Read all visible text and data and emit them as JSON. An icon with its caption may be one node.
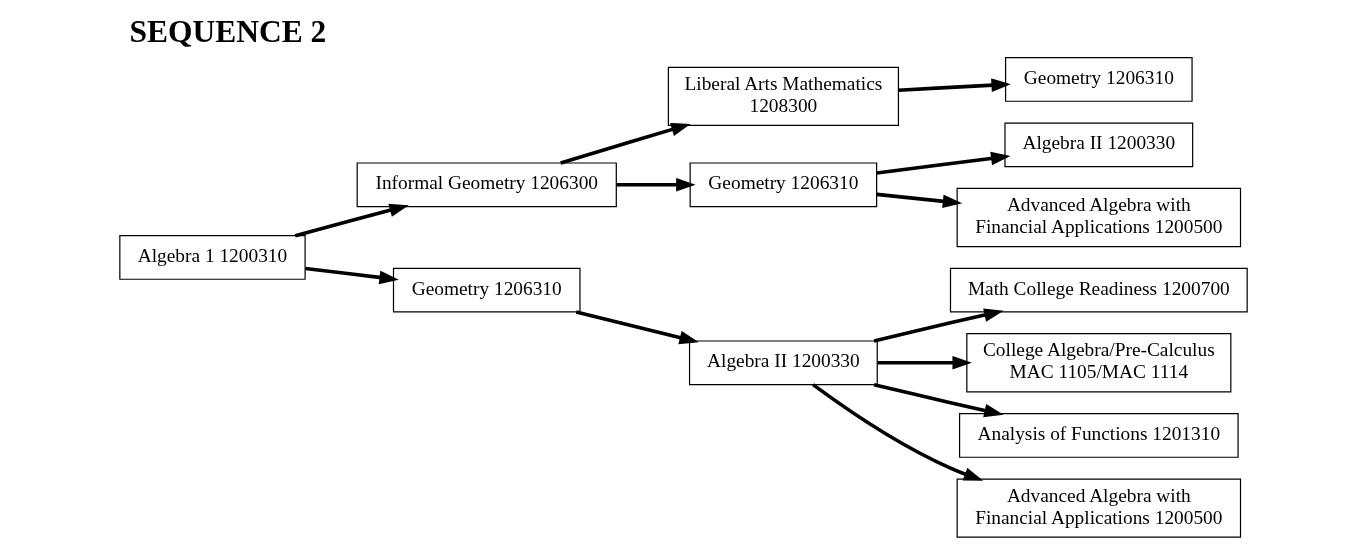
{
  "diagram": {
    "title": "SEQUENCE 2",
    "nodes": [
      {
        "text": [
          "Algebra 1 1200310"
        ]
      },
      {
        "text": [
          "Informal Geometry 1206300"
        ]
      },
      {
        "text": [
          "Liberal Arts Mathematics 1208300"
        ]
      },
      {
        "text": [
          "Geometry 1206310"
        ]
      },
      {
        "text": [
          "Geometry 1206310"
        ]
      },
      {
        "text": [
          "Algebra II 1200330"
        ]
      },
      {
        "text": [
          "Advanced Algebra with Financial Applications 1200500"
        ]
      },
      {
        "text": [
          "Geometry 1206310"
        ]
      },
      {
        "text": [
          "Algebra II 1200330"
        ]
      },
      {
        "text": [
          "Math College Readiness 1200700"
        ]
      },
      {
        "text": [
          "College Algebra/Pre-Calculus MAC 1105/MAC 1114"
        ]
      },
      {
        "text": [
          "Analysis of Functions 1201310"
        ]
      },
      {
        "text": [
          "Advanced Algebra with Financial Applications 1200500"
        ]
      }
    ],
    "edges": [
      {
        "from": 0,
        "to": 1,
        "arrow": "to"
      },
      {
        "from": 0,
        "to": 7,
        "arrow": "to"
      },
      {
        "from": 1,
        "to": 2,
        "arrow": "to"
      },
      {
        "from": 1,
        "to": 4,
        "arrow": "to"
      },
      {
        "from": 2,
        "to": 3,
        "arrow": "to"
      },
      {
        "from": 4,
        "to": 5,
        "arrow": "to"
      },
      {
        "from": 4,
        "to": 6,
        "arrow": "to"
      },
      {
        "from": 7,
        "to": 8,
        "arrow": "to"
      },
      {
        "from": 8,
        "to": 9,
        "arrow": "to"
      },
      {
        "from": 8,
        "to": 10,
        "arrow": "to"
      },
      {
        "from": 8,
        "to": 11,
        "arrow": "to"
      },
      {
        "from": 8,
        "to": 12,
        "arrow": "to"
      }
    ]
  }
}
